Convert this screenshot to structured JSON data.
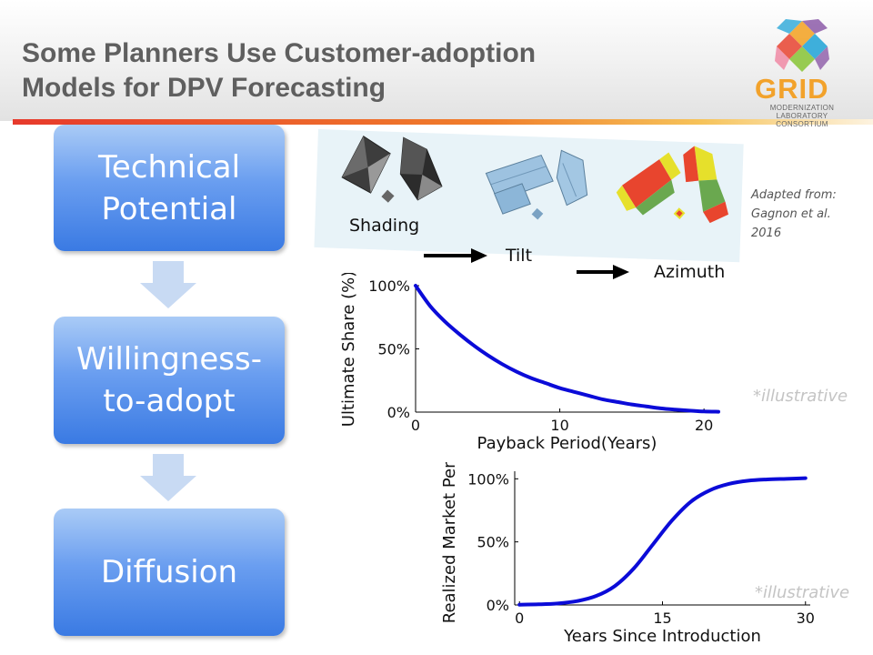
{
  "slide": {
    "title": "Some Planners Use Customer-adoption\nModels for DPV Forecasting"
  },
  "logo": {
    "wordmark": "GRID",
    "subtitle": "MODERNIZATION\nLABORATORY\nCONSORTIUM",
    "colors": [
      "#f3a52b",
      "#e94e3c",
      "#8c5aa8",
      "#2aa7d8",
      "#8dc63f",
      "#f08aa4"
    ]
  },
  "flow": {
    "steps": [
      "Technical\nPotential",
      "Willingness-\nto-adopt",
      "Diffusion"
    ],
    "box_colors": [
      "#a9caf5",
      "#3a79e2"
    ],
    "arrow_color": "#c8daf3"
  },
  "rooftops": {
    "labels": [
      "Shading",
      "Tilt",
      "Azimuth"
    ],
    "citation": "Adapted from:\nGagnon et al.\n2016",
    "colors": {
      "shading": "#4a4a4a",
      "tilt": "#8fb8d8",
      "azimuth_red": "#e8452e",
      "azimuth_yellow": "#e6e02b",
      "azimuth_green": "#6aa84f"
    }
  },
  "chart_data": [
    {
      "type": "line",
      "xlabel": "Payback Period(Years)",
      "ylabel": "Ultimate Share (%)",
      "xticks": [
        "0",
        "10",
        "20"
      ],
      "yticks": [
        "0%",
        "50%",
        "100%"
      ],
      "xlim": [
        0,
        21
      ],
      "ylim": [
        0,
        100
      ],
      "x": [
        0,
        1,
        2,
        3,
        4,
        5,
        6,
        7,
        8,
        9,
        10,
        11,
        12,
        13,
        14,
        15,
        16,
        17,
        18,
        19,
        20,
        21
      ],
      "y": [
        100,
        84,
        72,
        62,
        53,
        45,
        38,
        32,
        27,
        23,
        19,
        16,
        13,
        10,
        8,
        6,
        4.5,
        3,
        2,
        1.2,
        0.5,
        0.3
      ],
      "annotation": "*illustrative",
      "line_color": "#0b0bd8"
    },
    {
      "type": "line",
      "xlabel": "Years Since Introduction",
      "ylabel": "Realized Market Pen.",
      "xticks": [
        "0",
        "15",
        "30"
      ],
      "yticks": [
        "0%",
        "50%",
        "100%"
      ],
      "xlim": [
        -0.5,
        30.5
      ],
      "ylim": [
        0,
        106
      ],
      "x": [
        0,
        2,
        4,
        6,
        8,
        10,
        12,
        14,
        16,
        18,
        20,
        22,
        24,
        26,
        28,
        30
      ],
      "y": [
        0.2,
        0.5,
        1.2,
        3,
        7,
        15,
        29,
        48,
        67,
        82,
        91,
        96,
        98.5,
        99.5,
        100,
        100.5
      ],
      "annotation": "*illustrative",
      "line_color": "#0b0bd8"
    }
  ]
}
